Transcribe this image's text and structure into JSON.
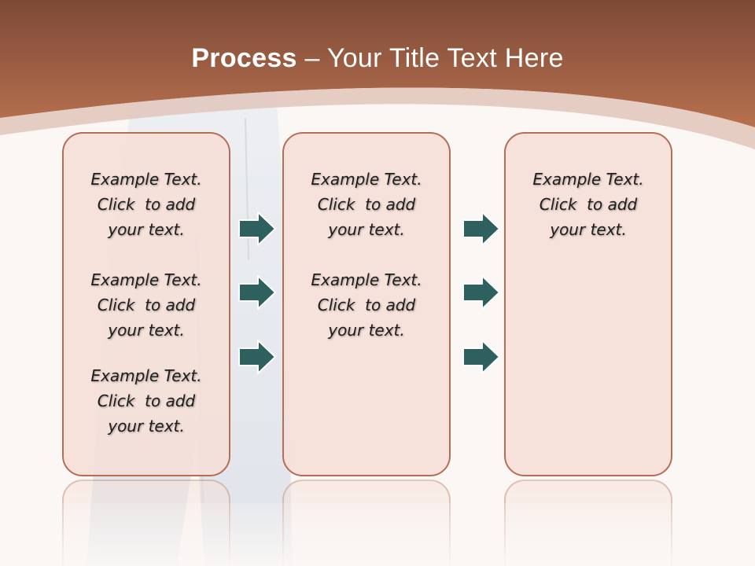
{
  "title": {
    "bold": "Process",
    "rest": " – Your Title Text Here"
  },
  "colors": {
    "header": "#b36c4f",
    "box_border": "#b46e55",
    "box_fill": "#f5e0d8",
    "arrow": "#2f6060"
  },
  "boxes": [
    {
      "items": [
        {
          "line1": "Example Text.",
          "line2": "Click  to add",
          "line3": "your text."
        },
        {
          "line1": "Example Text.",
          "line2": "Click  to add",
          "line3": "your text."
        },
        {
          "line1": "Example Text.",
          "line2": "Click  to add",
          "line3": "your text."
        }
      ]
    },
    {
      "items": [
        {
          "line1": "Example Text.",
          "line2": "Click  to add",
          "line3": "your text."
        },
        {
          "line1": "Example Text.",
          "line2": "Click  to add",
          "line3": "your text."
        }
      ]
    },
    {
      "items": [
        {
          "line1": "Example Text.",
          "line2": "Click  to add",
          "line3": "your text."
        }
      ]
    }
  ]
}
